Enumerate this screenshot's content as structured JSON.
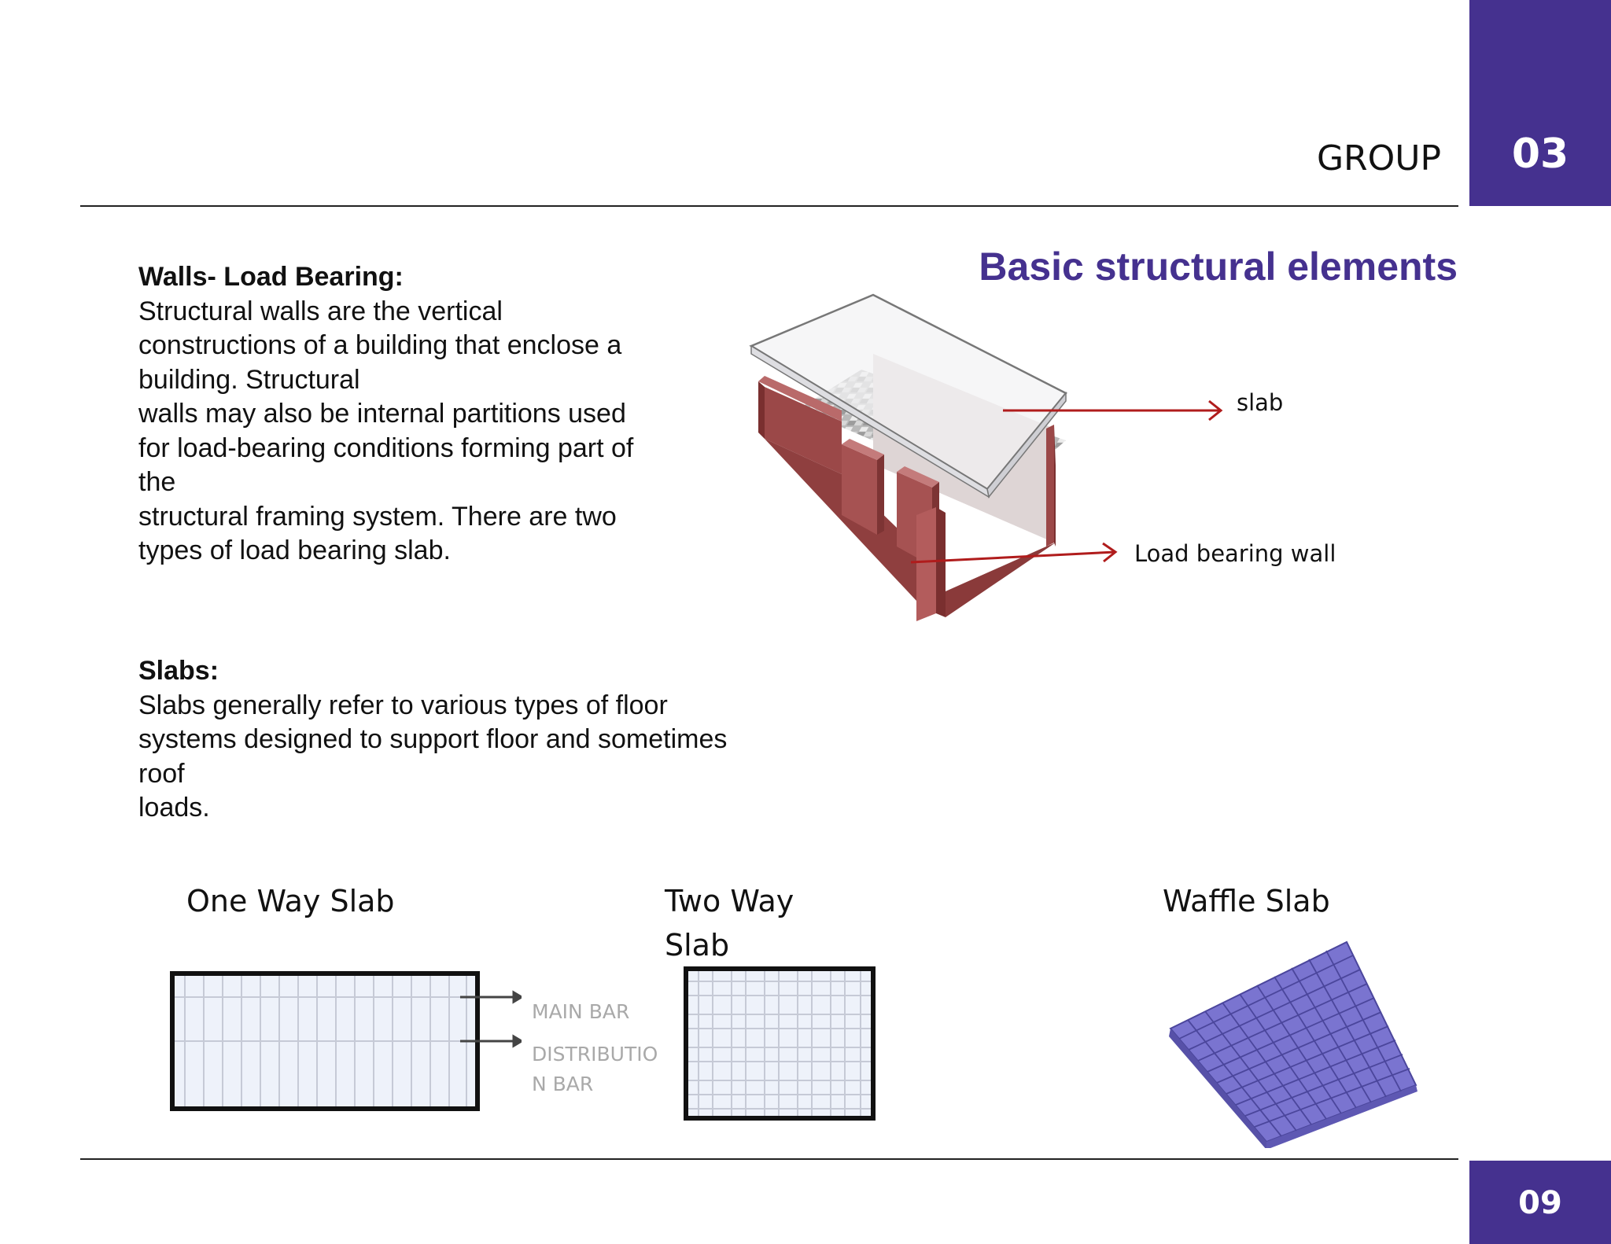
{
  "header": {
    "group_label": "GROUP",
    "group_number": "03"
  },
  "footer": {
    "page_number": "09"
  },
  "title": "Basic structural elements",
  "walls": {
    "heading": "Walls- Load Bearing:",
    "lines": [
      "Structural walls are the vertical",
      "constructions of a building that enclose a",
      "building. Structural",
      "walls may also be internal partitions used",
      "for load-bearing conditions forming part of",
      "the",
      "structural framing system. There are two",
      "types of load bearing slab."
    ]
  },
  "slabs": {
    "heading": "Slabs:",
    "lines": [
      "Slabs generally refer to various types of floor",
      "systems designed to support floor and sometimes",
      "roof",
      "loads."
    ]
  },
  "diagram": {
    "slab_label": "slab",
    "wall_label": "Load bearing wall"
  },
  "slab_types": {
    "one_way": "One Way Slab",
    "two_way_line1": "Two Way",
    "two_way_line2": "Slab",
    "waffle": "Waffle Slab",
    "main_bar": "MAIN BAR",
    "dist_line1": "DISTRIBUTIO",
    "dist_line2": "N BAR"
  },
  "colors": {
    "accent": "#45318f",
    "arrow": "#b01c1c",
    "brick": "#8a3a3a",
    "waffle": "#7a74d0"
  }
}
